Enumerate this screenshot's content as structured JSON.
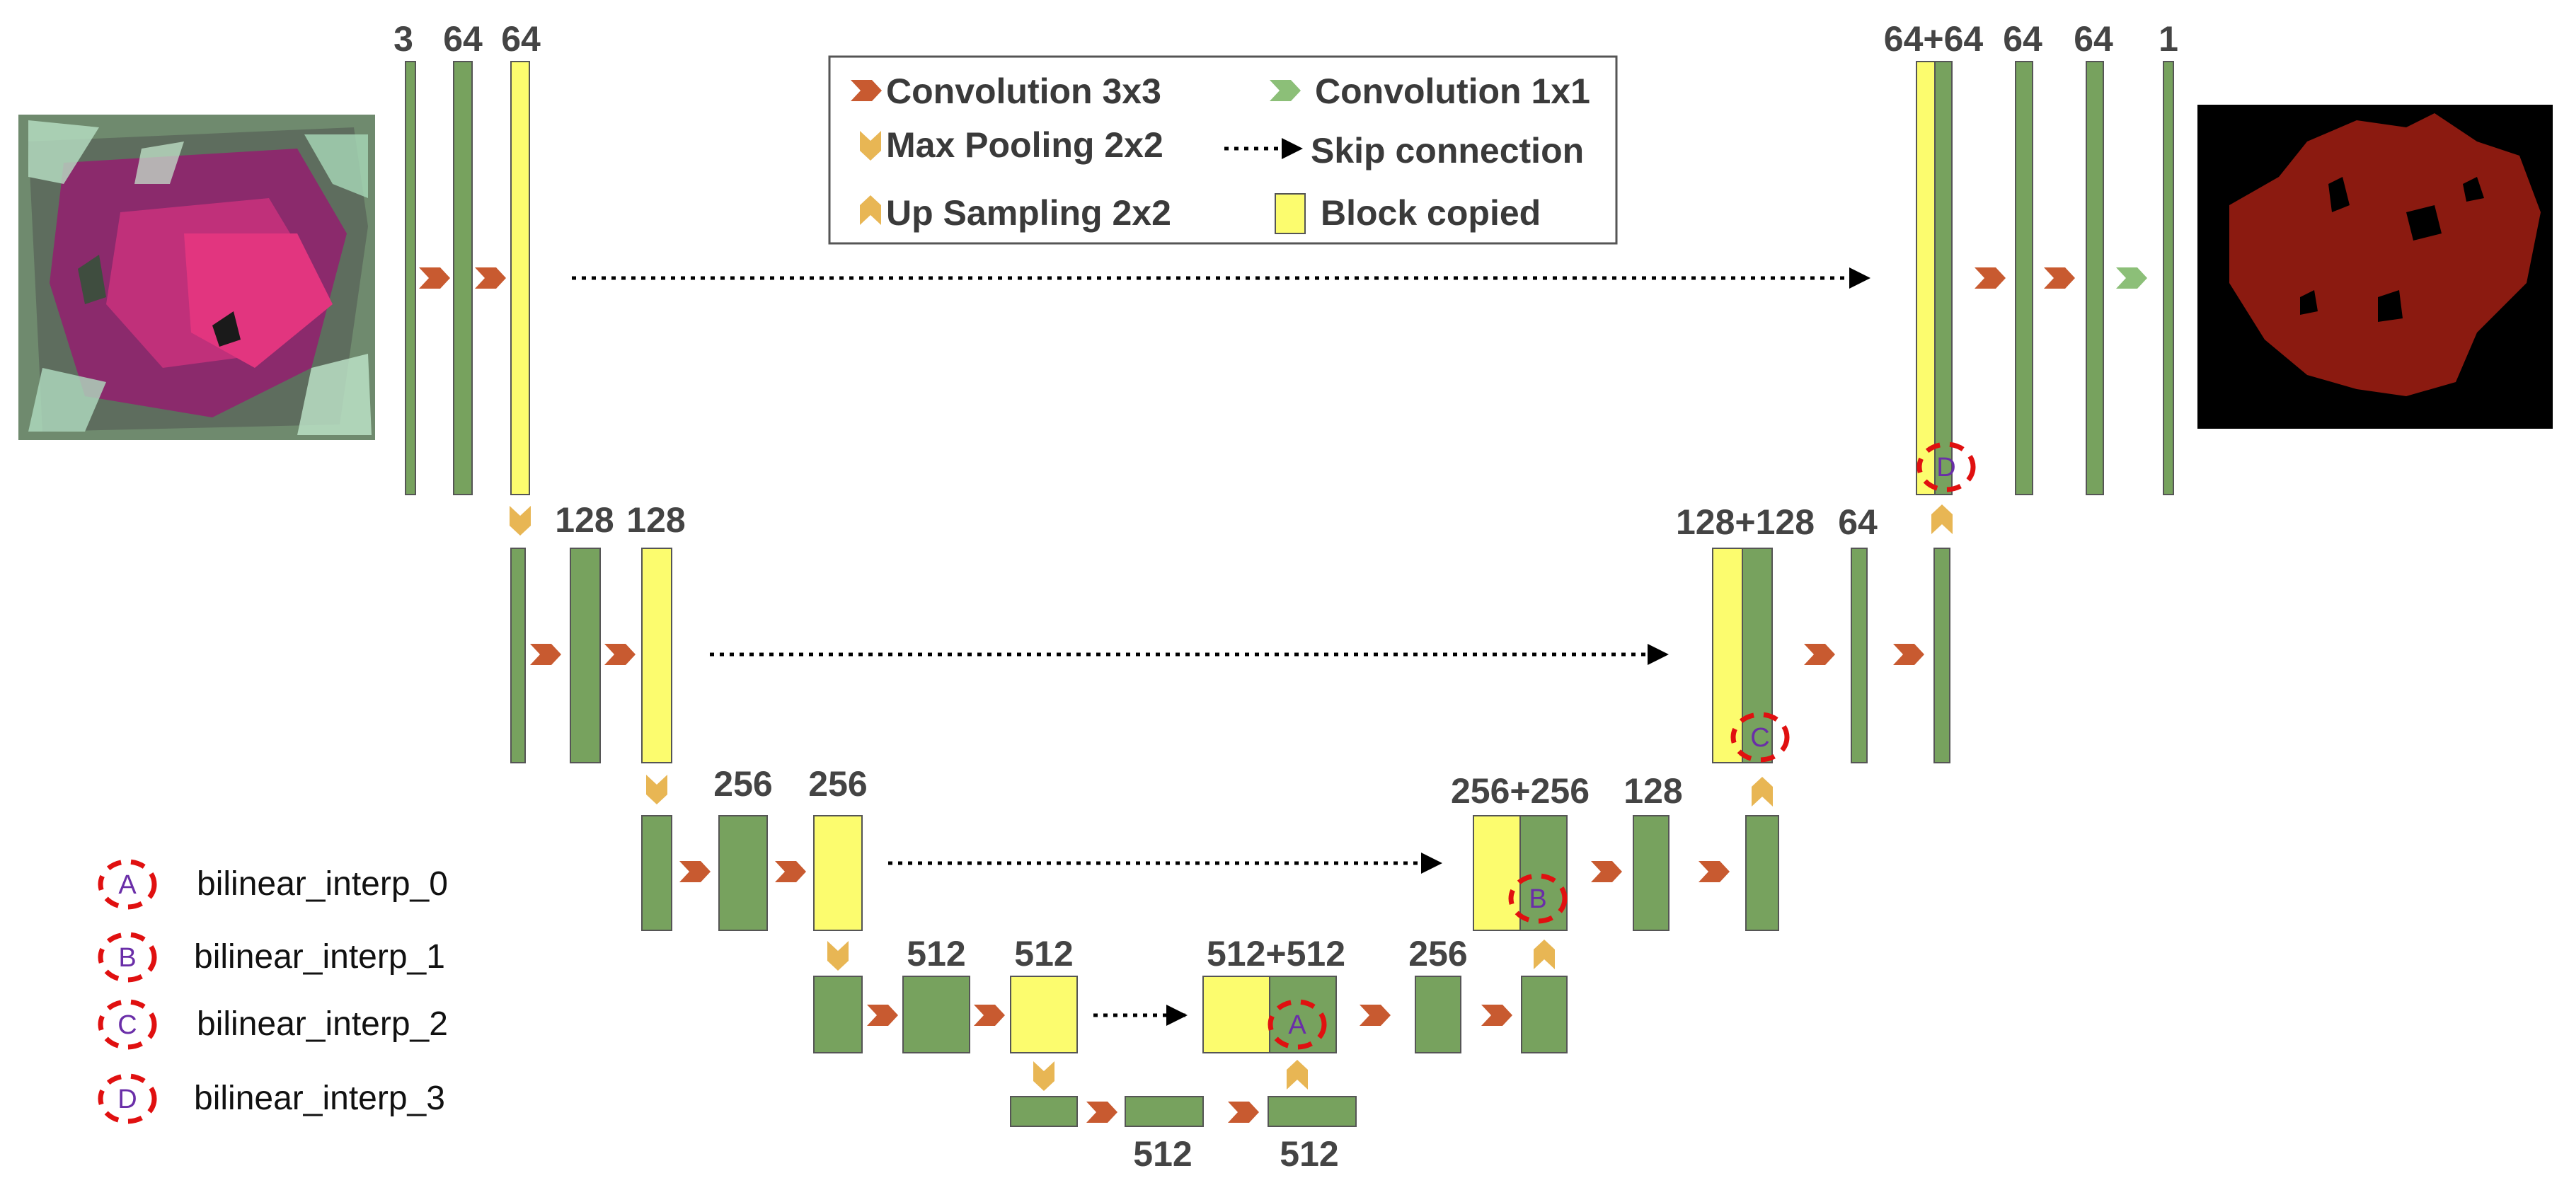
{
  "colors": {
    "conv_block": "#77a25e",
    "copied_block": "#fcfc6e",
    "conv3x3_arrow": "#c85a30",
    "conv1x1_arrow": "#8cbf78",
    "pool_arrow": "#e8b654",
    "up_arrow": "#e8b654",
    "annotation": "#e01010",
    "annotation_letter": "#6a2ea8",
    "output_bg": "#000000",
    "output_mask": "#8b1a10"
  },
  "legend": {
    "conv3x3": "Convolution 3x3",
    "conv1x1": "Convolution 1x1",
    "maxpool": "Max Pooling 2x2",
    "skip": "Skip connection",
    "upsample": "Up Sampling 2x2",
    "copied": "Block copied"
  },
  "labels": {
    "enc1": [
      "3",
      "64",
      "64"
    ],
    "enc2": [
      "128",
      "128"
    ],
    "enc3": [
      "256",
      "256"
    ],
    "enc4": [
      "512",
      "512"
    ],
    "bottleneck": [
      "512",
      "512"
    ],
    "dec4": [
      "512+512",
      "256"
    ],
    "dec3": [
      "256+256",
      "128"
    ],
    "dec2": [
      "128+128",
      "64"
    ],
    "dec1": [
      "64+64",
      "64",
      "64",
      "1"
    ]
  },
  "annotations": [
    "A",
    "B",
    "C",
    "D"
  ],
  "annotation_key": [
    {
      "letter": "A",
      "label": "bilinear_interp_0"
    },
    {
      "letter": "B",
      "label": "bilinear_interp_1"
    },
    {
      "letter": "C",
      "label": "bilinear_interp_2"
    },
    {
      "letter": "D",
      "label": "bilinear_interp_3"
    }
  ],
  "images": {
    "input": "satellite-input-icon",
    "output": "segmentation-mask-icon"
  }
}
